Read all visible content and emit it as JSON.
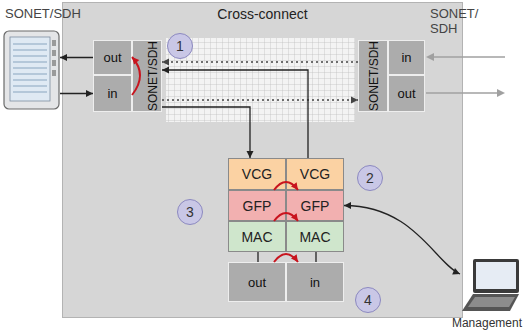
{
  "diagram": {
    "nodes": [
      {
        "text": [
          "Cross-connect"
        ]
      },
      {
        "text": [
          "out"
        ],
        "in": 0
      },
      {
        "text": [
          "in"
        ],
        "in": 0
      },
      {
        "text": [
          "SONET/SDH"
        ],
        "in": 0
      },
      {
        "text": [
          "SONET/SDH"
        ],
        "in": 0
      },
      {
        "text": [
          "in"
        ],
        "in": 0
      },
      {
        "text": [
          "out"
        ],
        "in": 0
      },
      {
        "text": [
          "VCG"
        ],
        "in": 0
      },
      {
        "text": [
          "VCG"
        ],
        "in": 0
      },
      {
        "text": [
          "GFP"
        ],
        "in": 0
      },
      {
        "text": [
          "GFP"
        ],
        "in": 0
      },
      {
        "text": [
          "MAC"
        ],
        "in": 0
      },
      {
        "text": [
          "MAC"
        ],
        "in": 0
      },
      {
        "text": [
          "out"
        ],
        "in": 0
      },
      {
        "text": [
          "in"
        ],
        "in": 0
      },
      {
        "text": [
          "SONET/SDH"
        ]
      },
      {
        "text": [
          "Management"
        ]
      }
    ],
    "edges": [
      {
        "from": 1,
        "to": 15,
        "arrow": "to"
      },
      {
        "from": 15,
        "to": 2,
        "arrow": "to"
      },
      {
        "from": 4,
        "to": 3,
        "arrow": "to"
      },
      {
        "from": 3,
        "to": 4,
        "arrow": "to"
      },
      {
        "from": 3,
        "to": 7,
        "arrow": "to"
      },
      {
        "from": 8,
        "to": 3,
        "arrow": "to"
      },
      {
        "from": 2,
        "to": 1,
        "arrow": "to"
      },
      {
        "from": 7,
        "to": 8,
        "arrow": "to"
      },
      {
        "from": 9,
        "to": 10,
        "arrow": "to"
      },
      {
        "from": 11,
        "to": 13,
        "arrow": "none"
      },
      {
        "from": 14,
        "to": 12,
        "arrow": "none"
      },
      {
        "from": 13,
        "to": 14,
        "arrow": "to"
      },
      {
        "from": 10,
        "to": 16,
        "arrow": "both"
      }
    ],
    "labels": [
      "SONET/ SDH",
      "1",
      "2",
      "3",
      "4"
    ]
  }
}
